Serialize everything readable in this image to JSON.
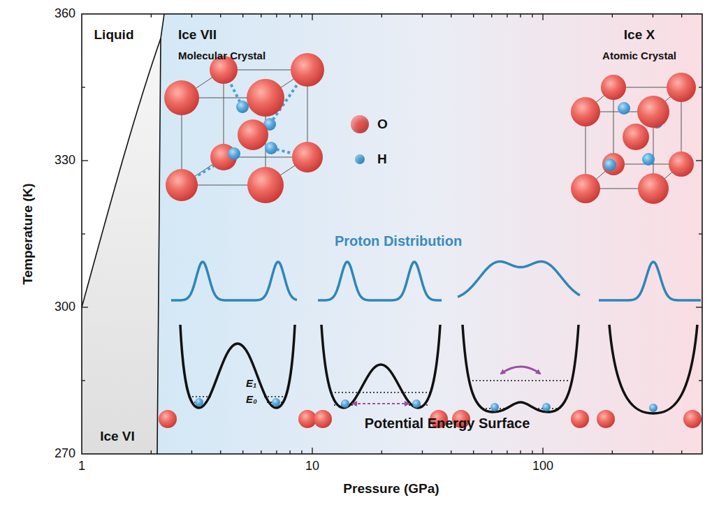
{
  "diagram": {
    "labels": [
      "Liquid",
      "Ice VII",
      "Molecular Crystal",
      "Ice X",
      "Atomic Crystal",
      "Proton Distribution",
      "E₁",
      "E₀",
      "Potential Energy Surface",
      "Ice VI",
      "360",
      "330",
      "300",
      "270",
      "1",
      "10",
      "100",
      "Temperature (K)",
      "Pressure (GPa)"
    ],
    "legend": [
      {
        "text": "O",
        "color": "#e4524f"
      },
      {
        "text": "H",
        "color": "#4a9fd4"
      }
    ]
  }
}
